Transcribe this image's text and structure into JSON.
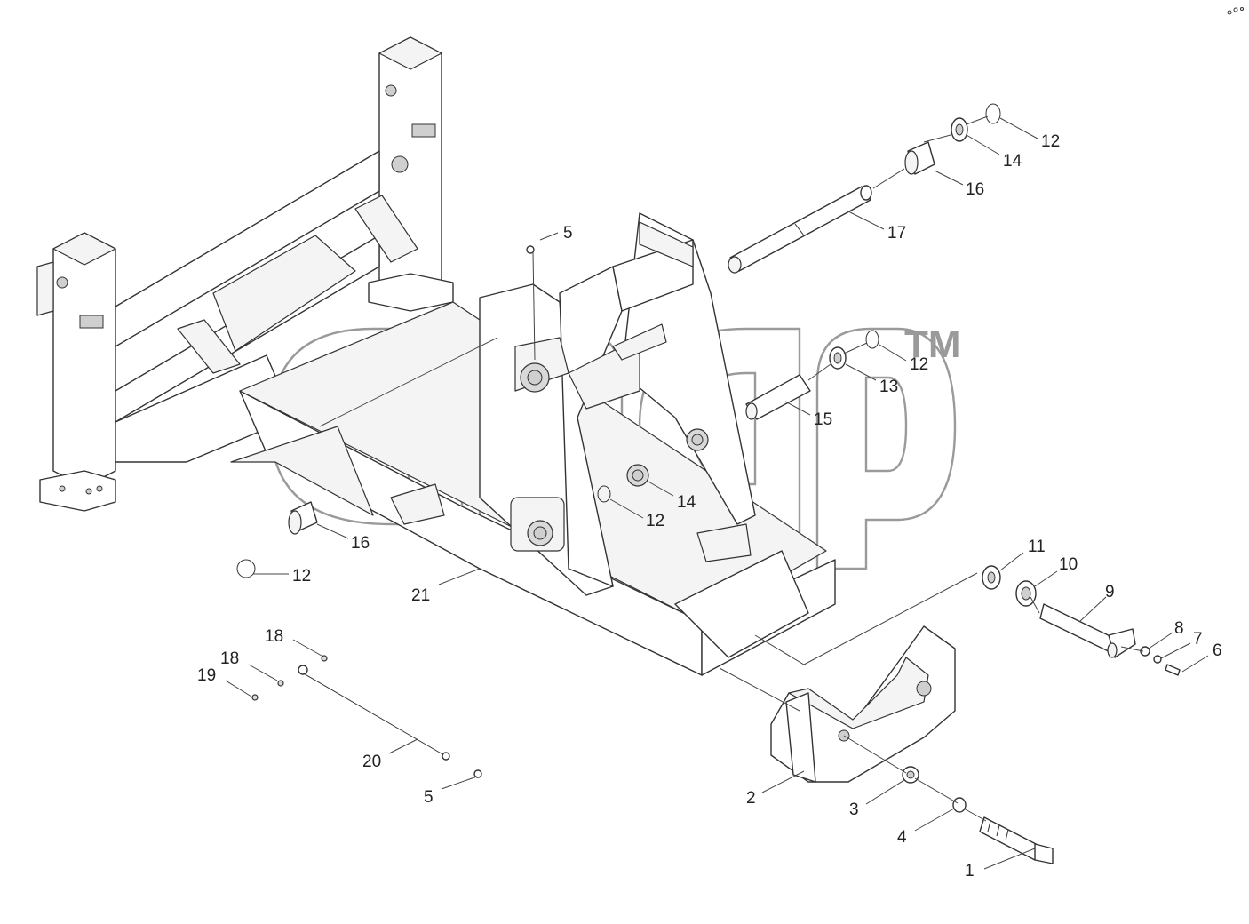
{
  "diagram": {
    "type": "exploded-parts-drawing",
    "watermark": {
      "mark": "TM"
    },
    "callouts": [
      {
        "id": "c1",
        "label": "1"
      },
      {
        "id": "c2",
        "label": "2"
      },
      {
        "id": "c3",
        "label": "3"
      },
      {
        "id": "c4",
        "label": "4"
      },
      {
        "id": "c5a",
        "label": "5"
      },
      {
        "id": "c5b",
        "label": "5"
      },
      {
        "id": "c6",
        "label": "6"
      },
      {
        "id": "c7",
        "label": "7"
      },
      {
        "id": "c8",
        "label": "8"
      },
      {
        "id": "c9",
        "label": "9"
      },
      {
        "id": "c10",
        "label": "10"
      },
      {
        "id": "c11",
        "label": "11"
      },
      {
        "id": "c12a",
        "label": "12"
      },
      {
        "id": "c12b",
        "label": "12"
      },
      {
        "id": "c12c",
        "label": "12"
      },
      {
        "id": "c12d",
        "label": "12"
      },
      {
        "id": "c13",
        "label": "13"
      },
      {
        "id": "c14a",
        "label": "14"
      },
      {
        "id": "c14b",
        "label": "14"
      },
      {
        "id": "c15",
        "label": "15"
      },
      {
        "id": "c16a",
        "label": "16"
      },
      {
        "id": "c16b",
        "label": "16"
      },
      {
        "id": "c17",
        "label": "17"
      },
      {
        "id": "c18a",
        "label": "18"
      },
      {
        "id": "c18b",
        "label": "18"
      },
      {
        "id": "c19",
        "label": "19"
      },
      {
        "id": "c20",
        "label": "20"
      },
      {
        "id": "c21",
        "label": "21"
      }
    ]
  }
}
